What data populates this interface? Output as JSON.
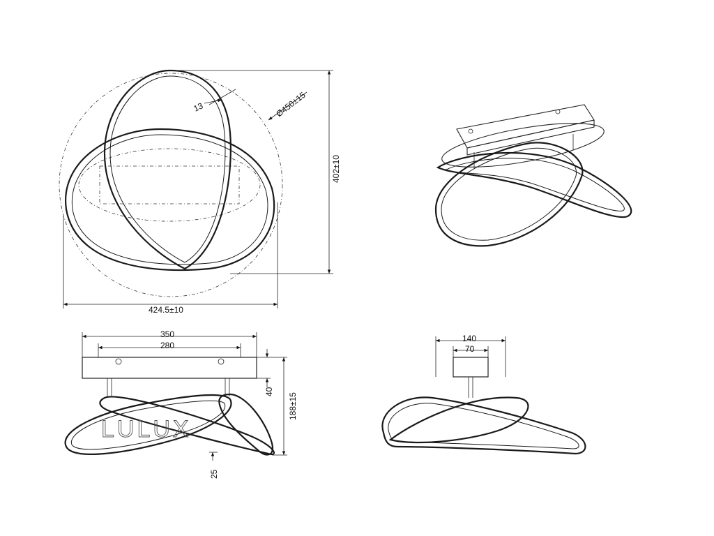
{
  "views": {
    "top": {
      "cut_width": "13",
      "diameter": "Ø450±15",
      "height": "402±10",
      "width": "424.5±10"
    },
    "front": {
      "base_length": "350",
      "mount_spacing": "280",
      "base_height": "40",
      "total_height": "188±15",
      "ring_height": "25"
    },
    "side": {
      "base_width": "140",
      "mount_spacing": "70"
    }
  },
  "watermark": "LULUX"
}
